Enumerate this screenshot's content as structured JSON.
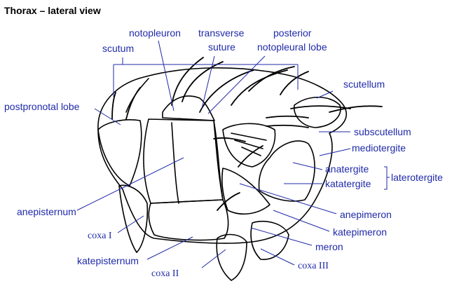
{
  "title": "Thorax – lateral view",
  "labels": {
    "notopleuron": "notopleuron",
    "transverse": "transverse",
    "suture": "suture",
    "posterior": "posterior",
    "notopleural_lobe": "notopleural lobe",
    "scutum": "scutum",
    "scutellum": "scutellum",
    "postpronotal_lobe": "postpronotal lobe",
    "subscutellum": "subscutellum",
    "mediotergite": "mediotergite",
    "anatergite": "anatergite",
    "katatergite": "katatergite",
    "laterotergite": "laterotergite",
    "anepisternum": "anepisternum",
    "anepimeron": "anepimeron",
    "coxa_i": "coxa I",
    "katepimeron": "katepimeron",
    "katepisternum": "katepisternum",
    "meron": "meron",
    "coxa_ii": "coxa II",
    "coxa_iii": "coxa III"
  },
  "colors": {
    "label": "#1f2aa8",
    "anepisternum_fill": "#f0b48e",
    "notopleuron_fill": "#3aa0e0",
    "laterotergite_fill": "#f2ee74",
    "body_fill": "#d9d9d9",
    "body_light": "#f4f4f4",
    "body_shadow": "#8c8c8c"
  }
}
